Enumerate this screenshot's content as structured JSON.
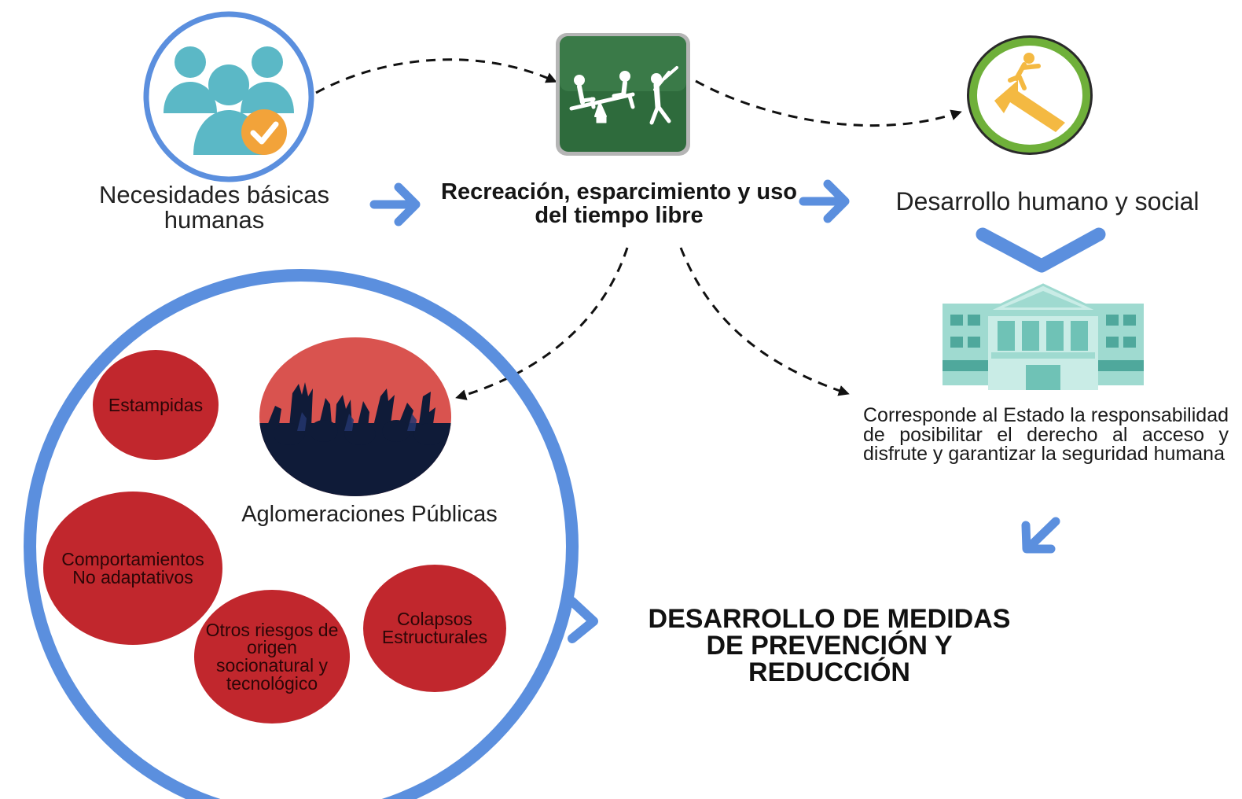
{
  "nodes": {
    "needs": {
      "label": "Necesidades básicas humanas",
      "icon": "people-check-icon"
    },
    "recreation": {
      "label": "Recreación, esparcimiento y uso del tiempo libre",
      "icon": "playground-sports-icon"
    },
    "development": {
      "label": "Desarrollo humano y social",
      "icon": "climbing-person-arrow-icon"
    },
    "state": {
      "icon": "government-building-icon",
      "text": "Corresponde al Estado la responsabilidad de posibilitar el derecho al acceso y disfrute y garantizar la seguridad humana"
    },
    "crowds": {
      "label": "Aglomeraciones Públicas",
      "icon": "crowd-hands-icon"
    },
    "measures": {
      "label": "DESARROLLO DE MEDIDAS DE PREVENCIÓN Y REDUCCIÓN"
    }
  },
  "risks": [
    {
      "label": "Estampidas"
    },
    {
      "label": "Comportamientos No adaptativos"
    },
    {
      "label": "Otros riesgos de origen socionatural y tecnológico"
    },
    {
      "label": "Colapsos Estructurales"
    }
  ],
  "colors": {
    "accent_blue": "#5b8fde",
    "risk_red": "#c1272d",
    "recreation_green": "#2e6b3c",
    "ring_green": "#6fb03a",
    "building_teal": "#9fdad0",
    "crowd_navy": "#0f1b38",
    "crowd_red": "#d9534f"
  }
}
